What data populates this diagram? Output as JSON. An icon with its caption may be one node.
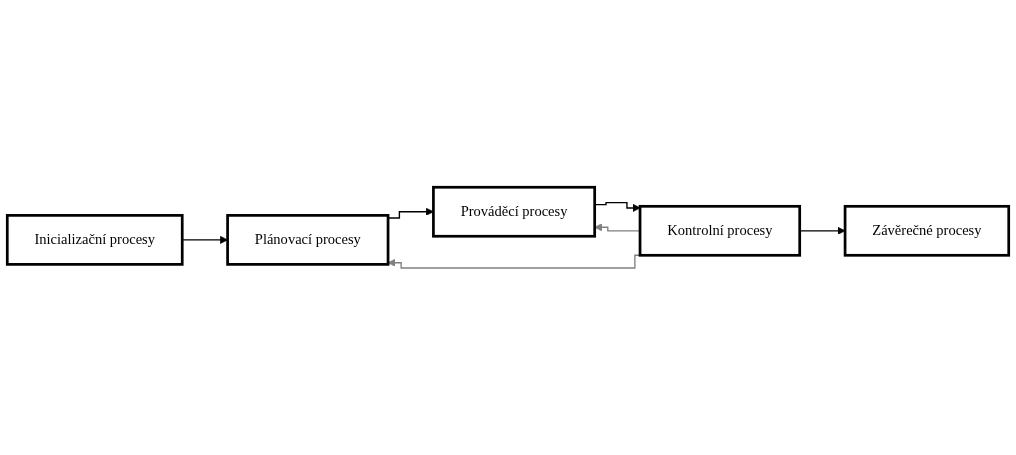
{
  "diagram": {
    "nodes": [
      {
        "text": [
          "Inicializační procesy"
        ]
      },
      {
        "text": [
          "Plánovací procesy"
        ]
      },
      {
        "text": [
          "Prováděcí procesy"
        ]
      },
      {
        "text": [
          "Kontrolní procesy"
        ]
      },
      {
        "text": [
          "Závěrečné procesy"
        ]
      }
    ],
    "edges": [
      {
        "from": 0,
        "to": 1,
        "arrow": "to"
      },
      {
        "from": 1,
        "to": 2,
        "arrow": "to"
      },
      {
        "from": 2,
        "to": 3,
        "arrow": "to"
      },
      {
        "from": 3,
        "to": 4,
        "arrow": "to"
      },
      {
        "from": 3,
        "to": 1,
        "arrow": "to",
        "color": "#808080"
      },
      {
        "from": 3,
        "to": 2,
        "arrow": "to",
        "color": "#808080"
      }
    ]
  }
}
